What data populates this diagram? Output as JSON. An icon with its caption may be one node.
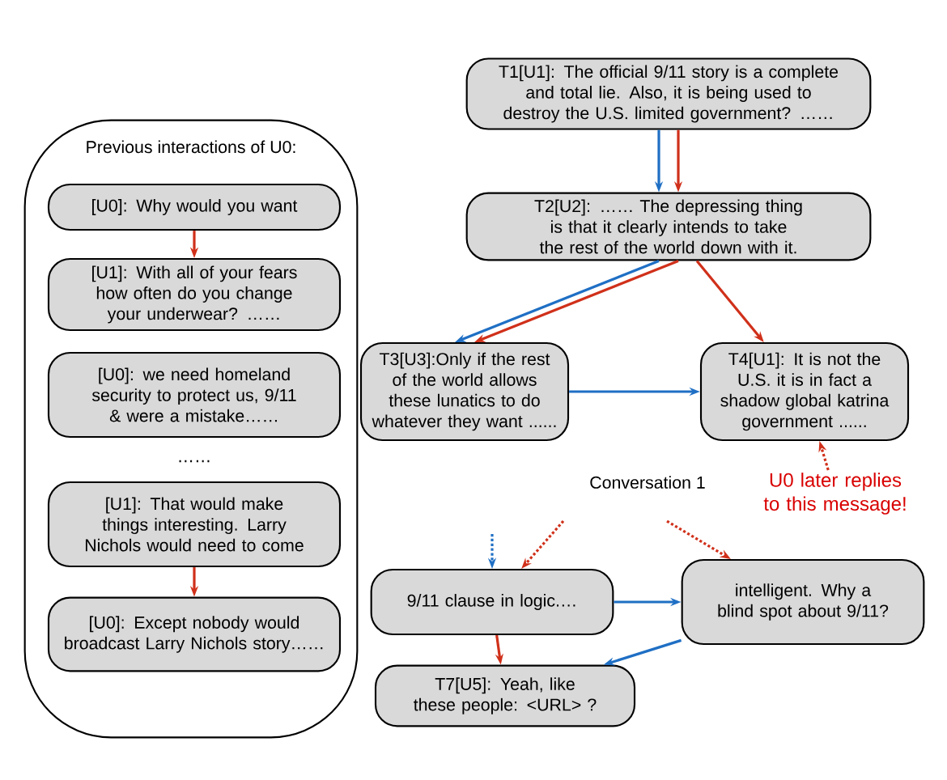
{
  "diagram": {
    "nodes": [
      {
        "text": [
          "Previous interactions of U0:"
        ]
      },
      {
        "text": [
          "[U0]: Why would you want"
        ],
        "in": 0
      },
      {
        "text": [
          "[U1]: With all of your fears how often do you change your underwear? ……"
        ],
        "in": 0
      },
      {
        "text": [
          "[U0]: we need homeland security to protect us, 9/11 & were a mistake……"
        ],
        "in": 0
      },
      {
        "text": [
          "[U1]: That would make things interesting. Larry Nichols would need to come"
        ],
        "in": 0
      },
      {
        "text": [
          "[U0]: Except nobody would broadcast Larry Nichols story……"
        ],
        "in": 0
      },
      {
        "text": [
          "T1[U1]: The official 9/11 story is a complete and total lie. Also, it is being used to destroy the U.S. limited government? ……"
        ]
      },
      {
        "text": [
          "T2[U2]: …… The depressing thing is that it clearly intends to take the rest of the world down with it."
        ]
      },
      {
        "text": [
          "T3[U3]:Only if the rest of the world allows these lunatics to do whatever they want ......"
        ]
      },
      {
        "text": [
          "T4[U1]: It is not the U.S. it is in fact a shadow global katrina government ......"
        ]
      },
      {
        "text": [
          "9/11 clause in logic.…"
        ]
      },
      {
        "text": [
          "intelligent. Why a blind spot about 9/11?"
        ]
      },
      {
        "text": [
          "T7[U5]: Yeah, like these people: <URL> ?"
        ]
      },
      {
        "text": [
          "U0 later replies to this message!"
        ]
      }
    ],
    "edges": [
      {
        "from": 1,
        "to": 2,
        "arrow": "to",
        "color": "#d0301a"
      },
      {
        "from": 4,
        "to": 5,
        "arrow": "to",
        "color": "#d0301a"
      },
      {
        "from": 6,
        "to": 7,
        "arrow": "to",
        "color": "#1f6fc4"
      },
      {
        "from": 6,
        "to": 7,
        "arrow": "to",
        "color": "#d0301a"
      },
      {
        "from": 7,
        "to": 8,
        "arrow": "to",
        "color": "#1f6fc4"
      },
      {
        "from": 7,
        "to": 8,
        "arrow": "to",
        "color": "#d0301a"
      },
      {
        "from": 7,
        "to": 9,
        "arrow": "to",
        "color": "#d0301a"
      },
      {
        "from": 8,
        "to": 9,
        "arrow": "to",
        "color": "#1f6fc4"
      },
      {
        "from": null,
        "to": 10,
        "arrow": "to",
        "style": "dashed",
        "color": "#1f6fc4"
      },
      {
        "from": null,
        "to": 10,
        "arrow": "to",
        "style": "dashed",
        "color": "#d0301a"
      },
      {
        "from": null,
        "to": 11,
        "arrow": "to",
        "style": "dashed",
        "color": "#d0301a"
      },
      {
        "from": 10,
        "to": 11,
        "arrow": "to",
        "color": "#1f6fc4"
      },
      {
        "from": 10,
        "to": 12,
        "arrow": "to",
        "color": "#d0301a"
      },
      {
        "from": 11,
        "to": 12,
        "arrow": "to",
        "color": "#1f6fc4"
      },
      {
        "from": 13,
        "to": 9,
        "arrow": "to",
        "style": "dashed",
        "color": "#d0301a"
      }
    ],
    "labels": [
      "……",
      "Conversation 1"
    ]
  }
}
